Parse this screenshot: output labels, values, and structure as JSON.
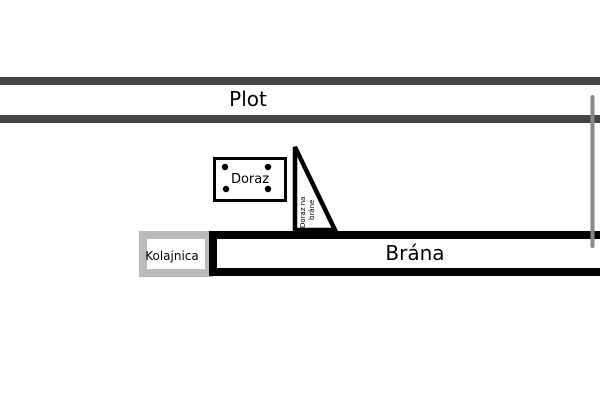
{
  "labels": {
    "fence": "Plot",
    "stop": "Doraz",
    "gate_stop": "Doraz na",
    "gate_stop_2": "bráne",
    "rail": "Kolajnica",
    "gate": "Brána"
  },
  "colors": {
    "fence": "#444444",
    "outline": "#000000",
    "rail": "#bbbbbb",
    "scrollbar": "#888888"
  }
}
